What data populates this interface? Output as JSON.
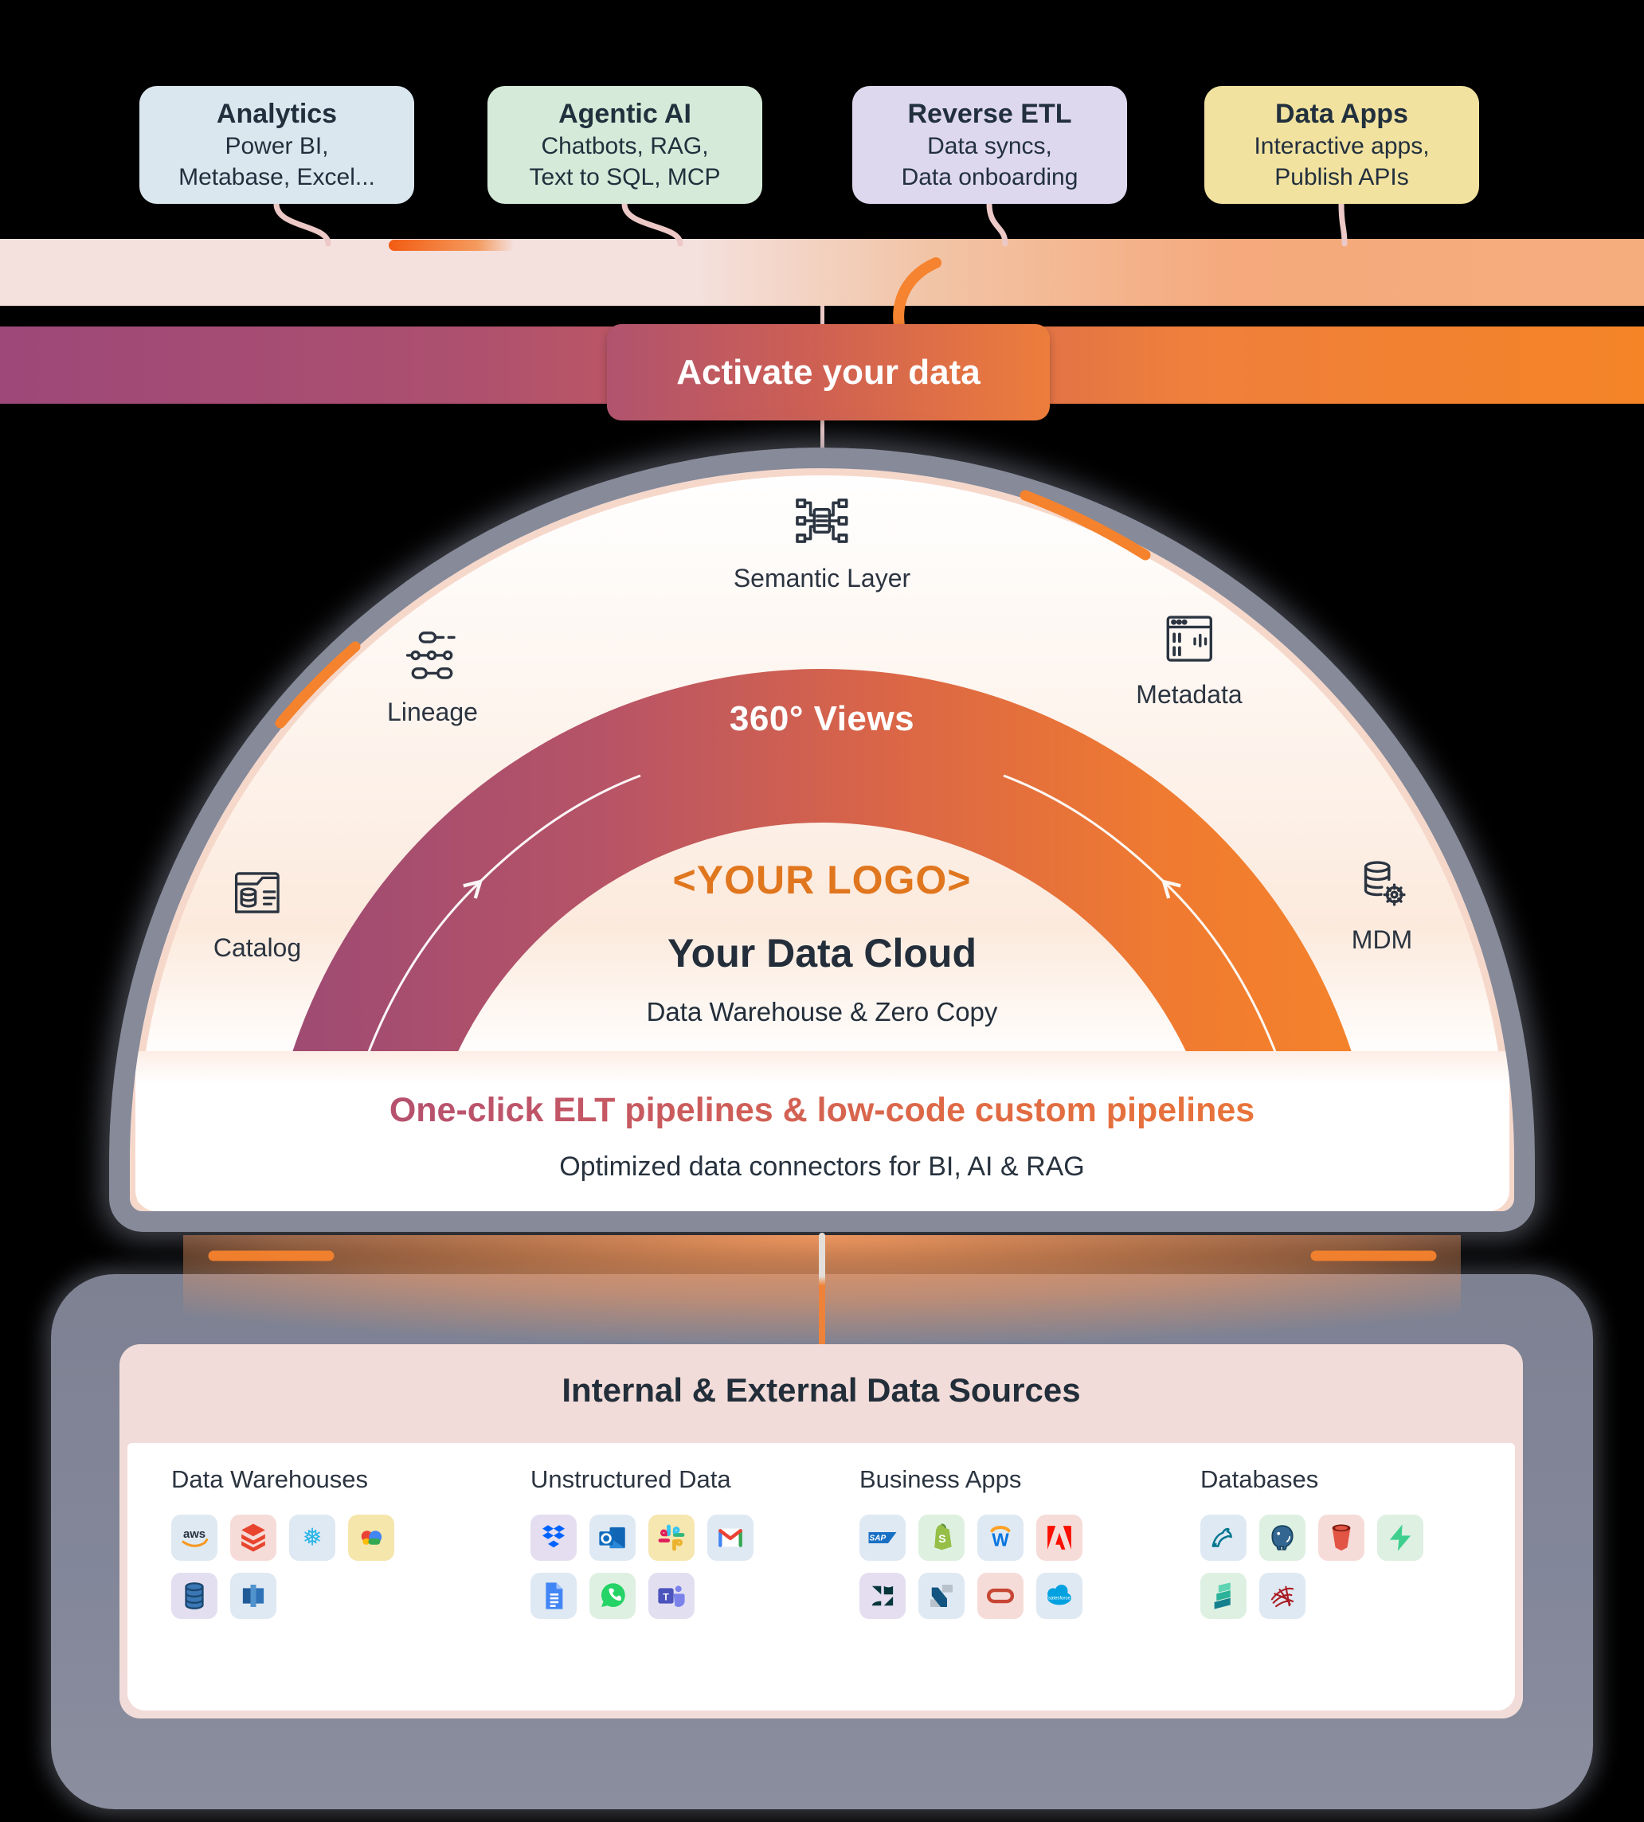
{
  "top_boxes": [
    {
      "title": "Analytics",
      "lines": [
        "Power BI,",
        "Metabase, Excel..."
      ],
      "bg": "#dbe7ef"
    },
    {
      "title": "Agentic AI",
      "lines": [
        "Chatbots, RAG,",
        "Text to SQL, MCP"
      ],
      "bg": "#d5ead9"
    },
    {
      "title": "Reverse ETL",
      "lines": [
        "Data syncs,",
        "Data onboarding"
      ],
      "bg": "#ded8ee"
    },
    {
      "title": "Data Apps",
      "lines": [
        "Interactive apps,",
        "Publish APIs"
      ],
      "bg": "#f2e2a0"
    }
  ],
  "banner": {
    "label": "Activate your data",
    "gradient_left": "#9d4879",
    "gradient_right": "#f58427"
  },
  "dome": {
    "ring_label": "360° Views",
    "markers": [
      {
        "label": "Semantic Layer",
        "icon": "semantic-layer-icon"
      },
      {
        "label": "Lineage",
        "icon": "lineage-icon"
      },
      {
        "label": "Metadata",
        "icon": "metadata-icon"
      },
      {
        "label": "Catalog",
        "icon": "catalog-icon"
      },
      {
        "label": "MDM",
        "icon": "mdm-icon"
      }
    ],
    "center": {
      "logo_placeholder": "<YOUR LOGO>",
      "title": "Your Data Cloud",
      "subtitle": "Data Warehouse & Zero Copy"
    },
    "pipelines_heading": "One-click ELT pipelines & low-code custom pipelines",
    "pipelines_subheading": "Optimized data connectors for BI, AI & RAG"
  },
  "sources": {
    "header": "Internal & External Data Sources",
    "categories": [
      {
        "label": "Data Warehouses",
        "icons": [
          {
            "name": "aws",
            "bg": "#dfe9f1"
          },
          {
            "name": "databricks",
            "bg": "#f6dcd8"
          },
          {
            "name": "snowflake",
            "bg": "#dfe9f3"
          },
          {
            "name": "google-cloud",
            "bg": "#f5e6ac"
          },
          {
            "name": "dynamodb",
            "bg": "#e4dff0"
          },
          {
            "name": "redshift",
            "bg": "#dfe9f3"
          }
        ]
      },
      {
        "label": "Unstructured Data",
        "icons": [
          {
            "name": "dropbox",
            "bg": "#e4def0"
          },
          {
            "name": "outlook",
            "bg": "#dfe9f3"
          },
          {
            "name": "slack",
            "bg": "#f6e6b0"
          },
          {
            "name": "gmail",
            "bg": "#dfe9f3"
          },
          {
            "name": "google-docs",
            "bg": "#dfe9f3"
          },
          {
            "name": "whatsapp",
            "bg": "#def0e2"
          },
          {
            "name": "teams",
            "bg": "#e2dff0"
          }
        ]
      },
      {
        "label": "Business Apps",
        "icons": [
          {
            "name": "sap",
            "bg": "#dfe9f3"
          },
          {
            "name": "shopify",
            "bg": "#def0e0"
          },
          {
            "name": "workday",
            "bg": "#dfe9f3"
          },
          {
            "name": "adobe",
            "bg": "#f6dcd8"
          },
          {
            "name": "zendesk",
            "bg": "#e4def0"
          },
          {
            "name": "netsuite",
            "bg": "#dfe9f3"
          },
          {
            "name": "oracle",
            "bg": "#f6dcd8"
          },
          {
            "name": "salesforce",
            "bg": "#dfe9f3"
          }
        ]
      },
      {
        "label": "Databases",
        "icons": [
          {
            "name": "mysql",
            "bg": "#dfe9f3"
          },
          {
            "name": "postgresql",
            "bg": "#def0e2"
          },
          {
            "name": "amazon-s3",
            "bg": "#f6dcd8"
          },
          {
            "name": "supabase",
            "bg": "#def0e2"
          },
          {
            "name": "microsoft-fabric",
            "bg": "#def0e2"
          },
          {
            "name": "sql-server",
            "bg": "#dfe9f3"
          }
        ]
      }
    ]
  },
  "colors": {
    "accent_orange": "#f5832d",
    "ring_gray": "#868a99",
    "glow": "#f2985f",
    "pink_card": "#f2dcd9",
    "band_purple": "#9c4a74",
    "band_orange": "#f5832a"
  }
}
